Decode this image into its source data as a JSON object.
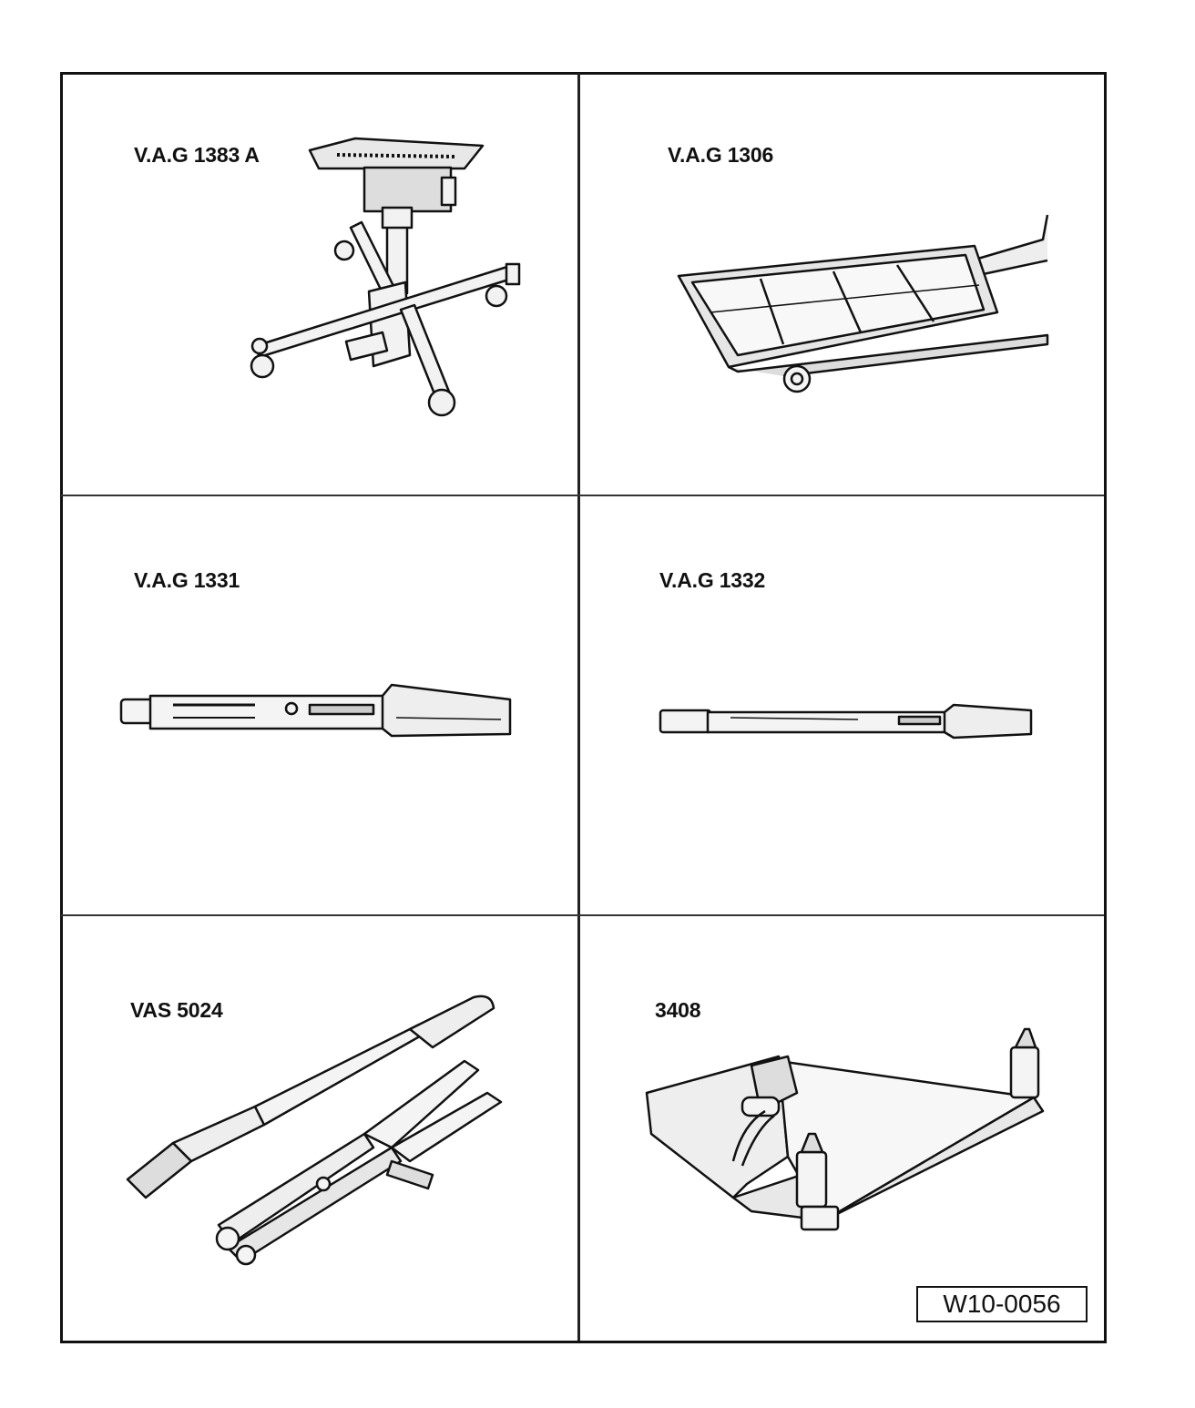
{
  "tools": [
    {
      "label": "V.A.G 1383 A",
      "icon": "transmission-jack-icon"
    },
    {
      "label": "V.A.G 1306",
      "icon": "drip-tray-icon"
    },
    {
      "label": "V.A.G 1331",
      "icon": "torque-wrench-icon"
    },
    {
      "label": "V.A.G 1332",
      "icon": "torque-wrench-icon"
    },
    {
      "label": "VAS 5024",
      "icon": "hose-clip-pliers-icon"
    },
    {
      "label": "3408",
      "icon": "engine-support-icon"
    }
  ],
  "figure_ref": "W10-0056"
}
